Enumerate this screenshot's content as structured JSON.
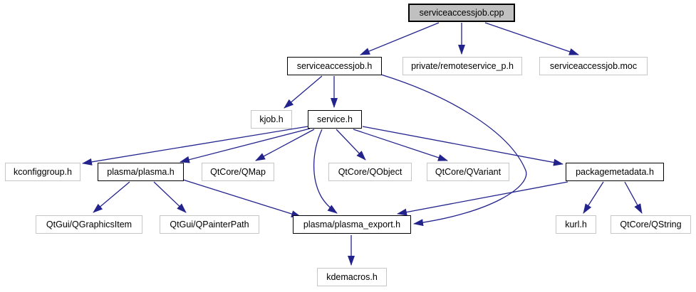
{
  "diagram_type": "doxygen-include-dependency-graph",
  "colors": {
    "canvas": "#ffffff",
    "edge": "#23238d",
    "node_fill": "#ffffff",
    "current_fill": "#c0c0c0",
    "border_link": "#000000",
    "border_plain": "#c6c6c6"
  },
  "nodes": [
    {
      "label": "serviceaccessjob.cpp",
      "type": "current"
    },
    {
      "label": "serviceaccessjob.h",
      "type": "linked"
    },
    {
      "label": "private/remoteservice_p.h",
      "type": "plain"
    },
    {
      "label": "serviceaccessjob.moc",
      "type": "plain"
    },
    {
      "label": "kjob.h",
      "type": "plain"
    },
    {
      "label": "service.h",
      "type": "linked"
    },
    {
      "label": "kconfiggroup.h",
      "type": "plain"
    },
    {
      "label": "plasma/plasma.h",
      "type": "linked"
    },
    {
      "label": "QtCore/QMap",
      "type": "plain"
    },
    {
      "label": "QtCore/QObject",
      "type": "plain"
    },
    {
      "label": "QtCore/QVariant",
      "type": "plain"
    },
    {
      "label": "packagemetadata.h",
      "type": "linked"
    },
    {
      "label": "QtGui/QGraphicsItem",
      "type": "plain"
    },
    {
      "label": "QtGui/QPainterPath",
      "type": "plain"
    },
    {
      "label": "plasma/plasma_export.h",
      "type": "linked"
    },
    {
      "label": "kurl.h",
      "type": "plain"
    },
    {
      "label": "QtCore/QString",
      "type": "plain"
    },
    {
      "label": "kdemacros.h",
      "type": "plain"
    }
  ],
  "edges": [
    {
      "from": "serviceaccessjob.cpp",
      "to": "serviceaccessjob.h"
    },
    {
      "from": "serviceaccessjob.cpp",
      "to": "private/remoteservice_p.h"
    },
    {
      "from": "serviceaccessjob.cpp",
      "to": "serviceaccessjob.moc"
    },
    {
      "from": "serviceaccessjob.h",
      "to": "kjob.h"
    },
    {
      "from": "serviceaccessjob.h",
      "to": "service.h"
    },
    {
      "from": "serviceaccessjob.h",
      "to": "plasma/plasma_export.h"
    },
    {
      "from": "service.h",
      "to": "kconfiggroup.h"
    },
    {
      "from": "service.h",
      "to": "plasma/plasma.h"
    },
    {
      "from": "service.h",
      "to": "QtCore/QMap"
    },
    {
      "from": "service.h",
      "to": "QtCore/QObject"
    },
    {
      "from": "service.h",
      "to": "QtCore/QVariant"
    },
    {
      "from": "service.h",
      "to": "packagemetadata.h"
    },
    {
      "from": "service.h",
      "to": "plasma/plasma_export.h"
    },
    {
      "from": "plasma/plasma.h",
      "to": "QtGui/QGraphicsItem"
    },
    {
      "from": "plasma/plasma.h",
      "to": "QtGui/QPainterPath"
    },
    {
      "from": "plasma/plasma.h",
      "to": "plasma/plasma_export.h"
    },
    {
      "from": "packagemetadata.h",
      "to": "kurl.h"
    },
    {
      "from": "packagemetadata.h",
      "to": "QtCore/QString"
    },
    {
      "from": "packagemetadata.h",
      "to": "plasma/plasma_export.h"
    },
    {
      "from": "plasma/plasma_export.h",
      "to": "kdemacros.h"
    }
  ]
}
